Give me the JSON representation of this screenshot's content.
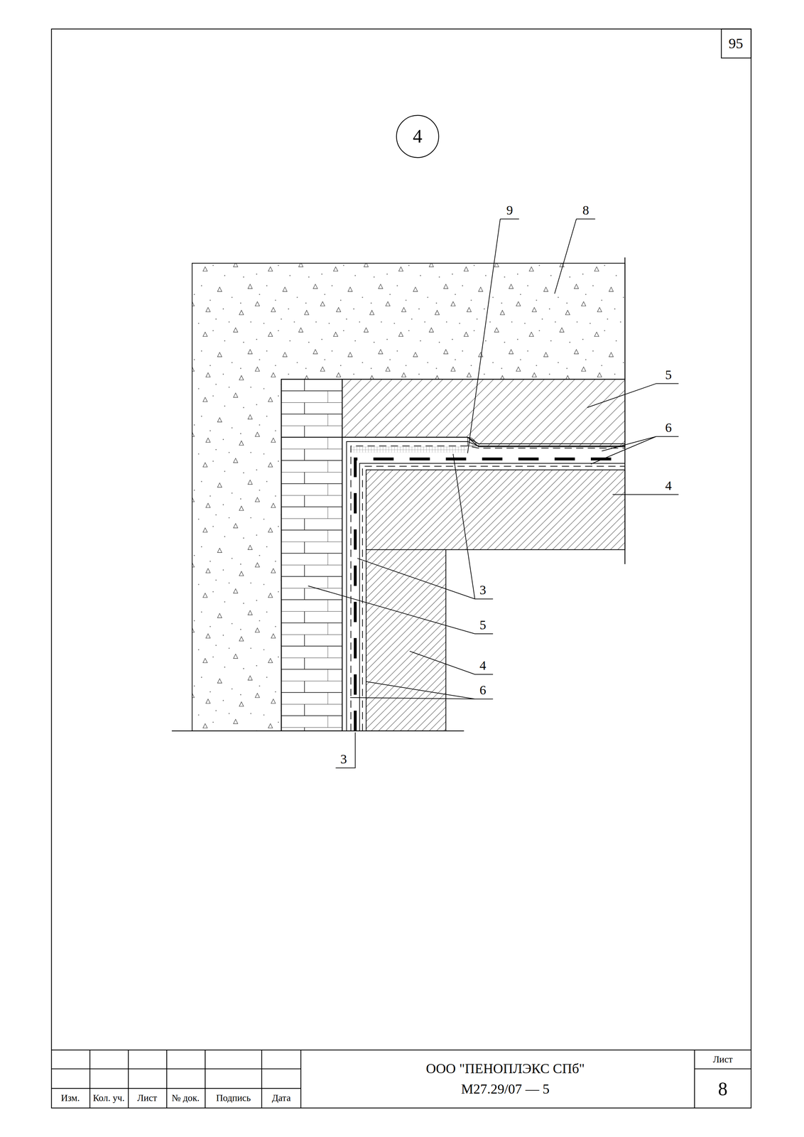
{
  "diagram": {
    "nodes": [
      {
        "text": [
          "4"
        ]
      }
    ],
    "labels": [
      "95",
      "9",
      "8",
      "5",
      "6",
      "4",
      "3",
      "5",
      "4",
      "6",
      "3",
      "ООО \"ПЕНОПЛЭКС СПб\"",
      "М27.29/07 — 5",
      "Лист",
      "8",
      "Изм.",
      "Кол. уч.",
      "Лист",
      "№ док.",
      "Подпись",
      "Дата"
    ]
  }
}
